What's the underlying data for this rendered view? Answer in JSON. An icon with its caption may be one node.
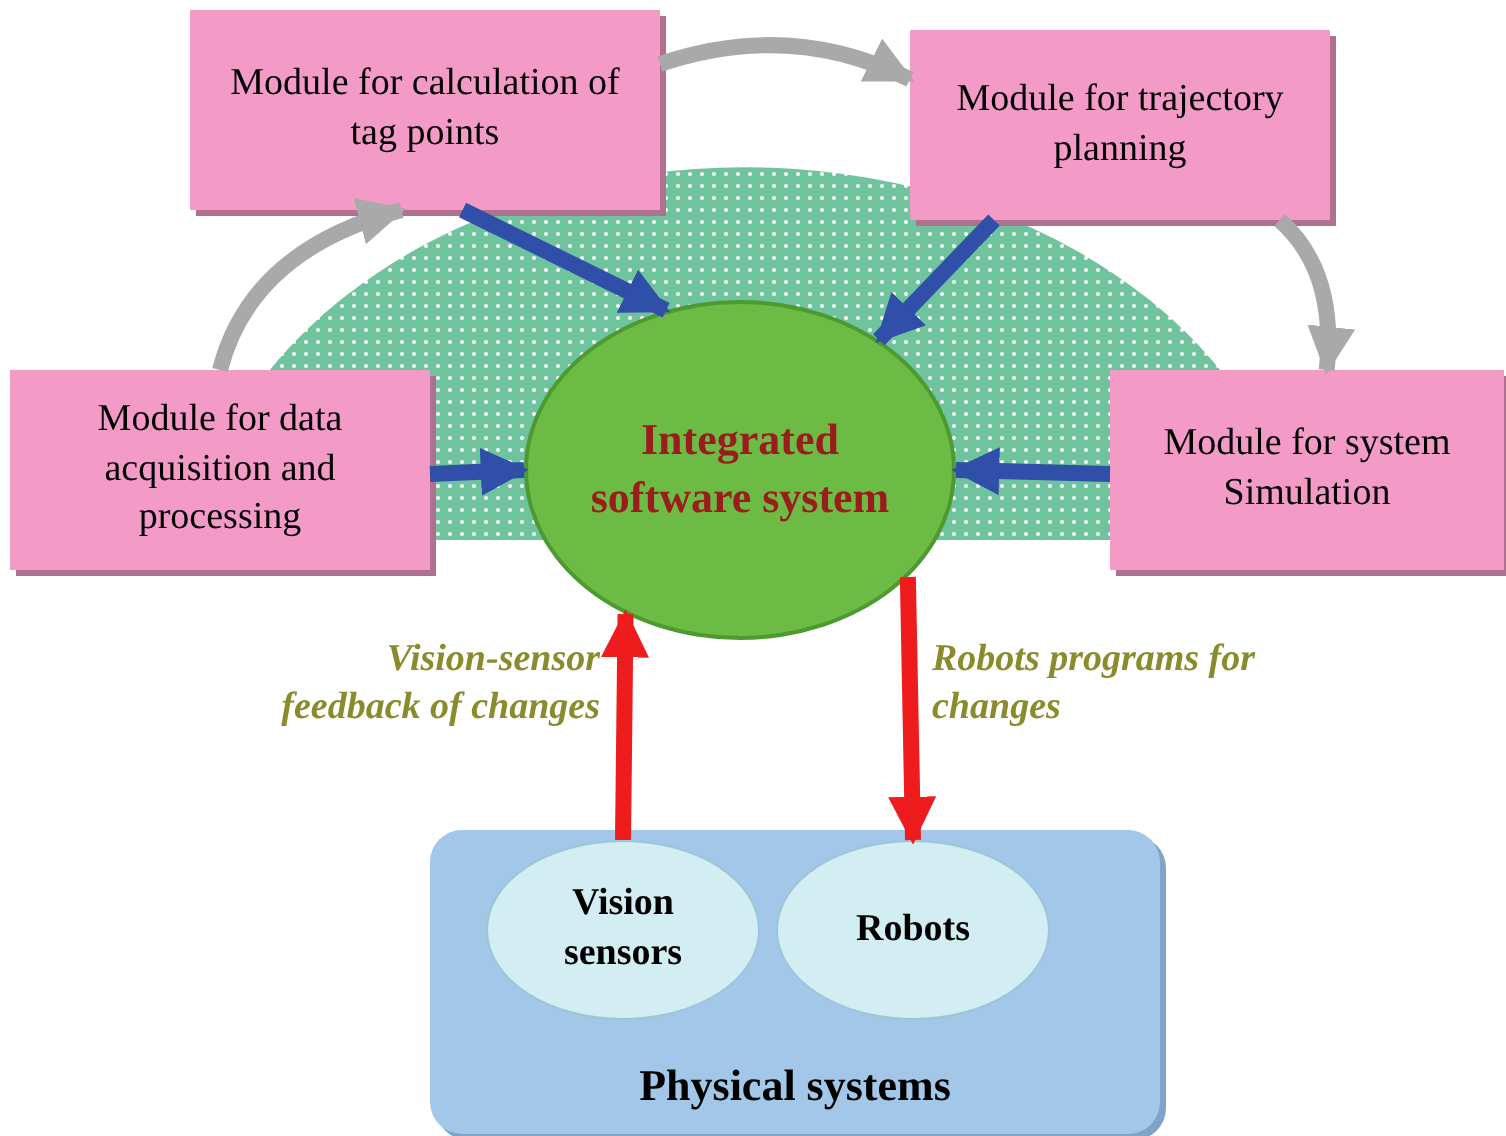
{
  "diagram": {
    "nodes": [
      {
        "text": [
          "Module for calculation of tag points"
        ]
      },
      {
        "text": [
          "Module for trajectory planning"
        ]
      },
      {
        "text": [
          "Module for data acquisition and processing"
        ]
      },
      {
        "text": [
          "Integrated software system"
        ]
      },
      {
        "text": [
          "Module for system Simulation"
        ]
      },
      {
        "text": [
          "Physical systems"
        ]
      },
      {
        "text": [
          "Vision sensors"
        ],
        "in": 5
      },
      {
        "text": [
          "Robots"
        ],
        "in": 5
      }
    ],
    "edges": [
      {
        "from": 2,
        "to": 0,
        "arrow": "to",
        "color": "#a9a9a9"
      },
      {
        "from": 0,
        "to": 1,
        "arrow": "to",
        "color": "#a9a9a9"
      },
      {
        "from": 1,
        "to": 4,
        "arrow": "to",
        "color": "#a9a9a9"
      },
      {
        "from": 0,
        "to": 3,
        "arrow": "to"
      },
      {
        "from": 1,
        "to": 3,
        "arrow": "to"
      },
      {
        "from": 2,
        "to": 3,
        "arrow": "to"
      },
      {
        "from": 4,
        "to": 3,
        "arrow": "to"
      },
      {
        "from": 6,
        "to": 3,
        "arrow": "to",
        "label": "Vision-sensor feedback of changes",
        "color": "#ee1c1c"
      },
      {
        "from": 3,
        "to": 7,
        "arrow": "to",
        "label": "Robots programs for changes",
        "color": "#ee1c1c"
      }
    ]
  }
}
